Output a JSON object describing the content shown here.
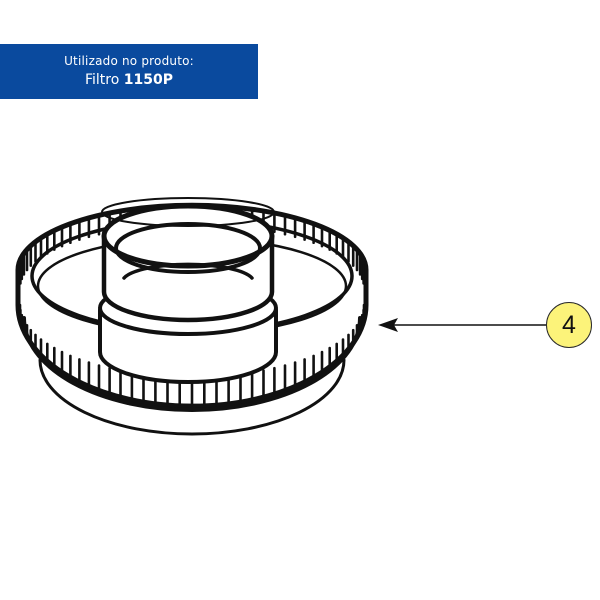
{
  "banner": {
    "caption": "Utilizado no produto:",
    "product_prefix": "Filtro",
    "product_code": "1150P",
    "background_color": "#0a4a9e",
    "text_color": "#ffffff"
  },
  "illustration": {
    "part_icon": "filter-cap-part-icon",
    "line_color": "#111111"
  },
  "callout": {
    "number": "4",
    "badge_color": "#fcf37a",
    "arrow_icon": "arrow-left-icon"
  }
}
